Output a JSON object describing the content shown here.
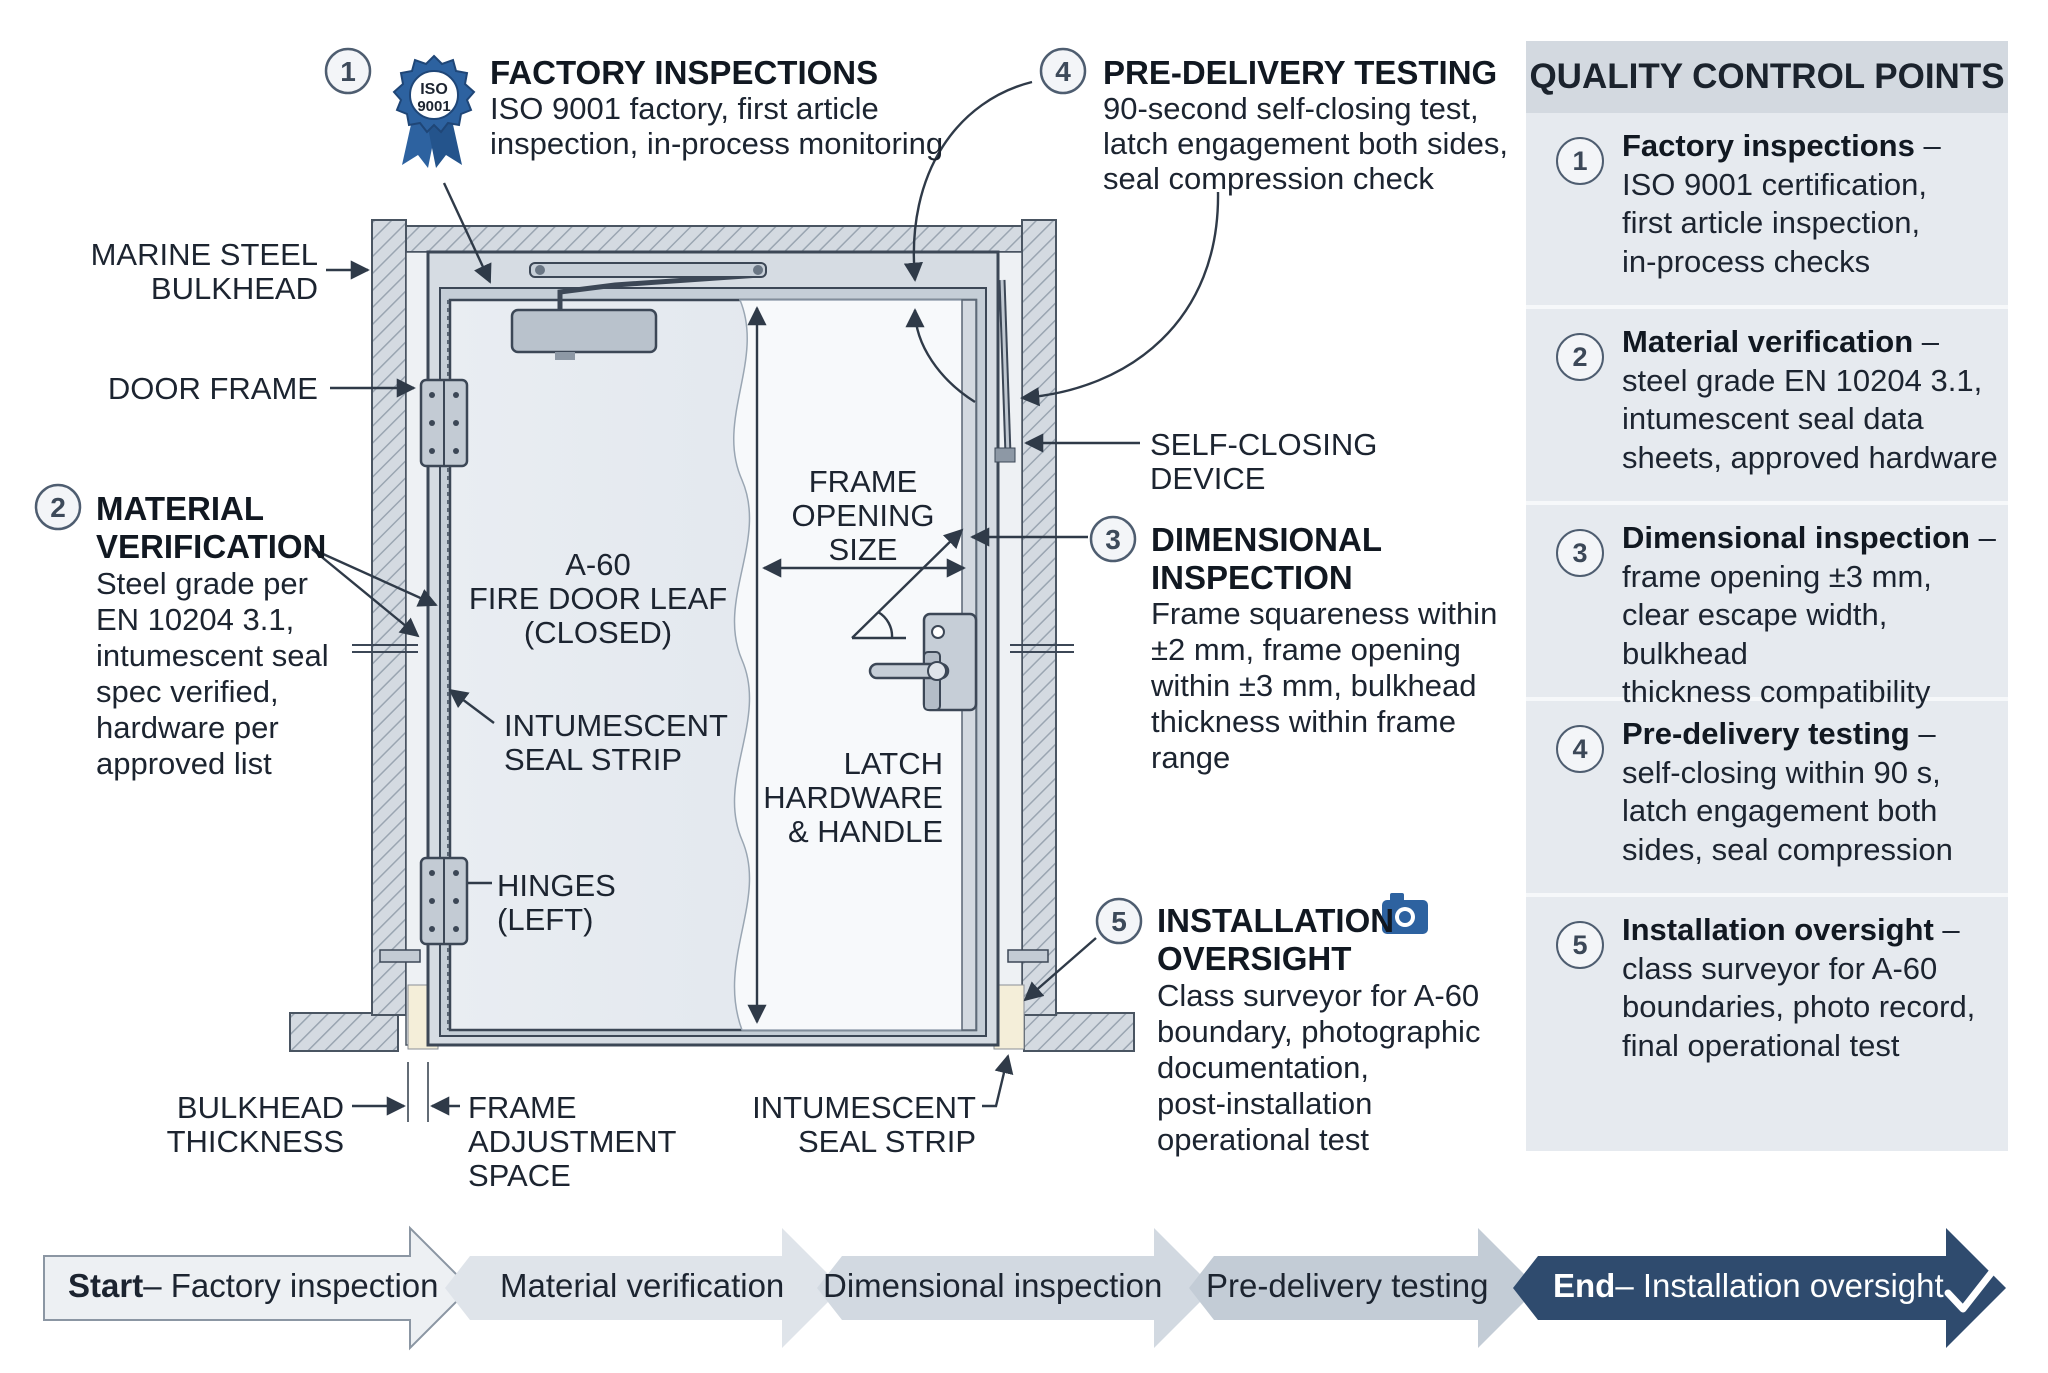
{
  "callouts": {
    "c1": {
      "number": "1",
      "title": "FACTORY INSPECTIONS",
      "lines": [
        "ISO 9001 factory, first article",
        "inspection, in-process monitoring"
      ]
    },
    "c2": {
      "number": "2",
      "title": [
        "MATERIAL",
        "VERIFICATION"
      ],
      "lines": [
        "Steel grade per",
        "EN 10204 3.1,",
        "intumescent seal",
        "spec verified,",
        "hardware per",
        "approved list"
      ]
    },
    "c3": {
      "number": "3",
      "title": [
        "DIMENSIONAL",
        "INSPECTION"
      ],
      "lines": [
        "Frame squareness within",
        "±2 mm, frame opening",
        "within ±3 mm, bulkhead",
        "thickness within frame",
        "range"
      ]
    },
    "c4": {
      "number": "4",
      "title": "PRE-DELIVERY TESTING",
      "lines": [
        "90-second self-closing test,",
        "latch engagement both sides,",
        "seal compression check"
      ]
    },
    "c5": {
      "number": "5",
      "title": [
        "INSTALLATION",
        "OVERSIGHT"
      ],
      "lines": [
        "Class surveyor for A-60",
        "boundary, photographic",
        "documentation,",
        "post-installation",
        "operational test"
      ]
    }
  },
  "badge": {
    "line1": "ISO",
    "line2": "9001"
  },
  "labels": {
    "bulkhead": [
      "MARINE STEEL",
      "BULKHEAD"
    ],
    "door_frame": "DOOR FRAME",
    "door_leaf": [
      "A-60",
      "FIRE DOOR LEAF",
      "(CLOSED)"
    ],
    "frame_opening": [
      "FRAME",
      "OPENING",
      "SIZE"
    ],
    "self_closing": [
      "SELF-CLOSING",
      "DEVICE"
    ],
    "intumescent_left": [
      "INTUMESCENT",
      "SEAL STRIP"
    ],
    "latch": [
      "LATCH",
      "HARDWARE",
      "& HANDLE"
    ],
    "hinges": [
      "HINGES",
      "(LEFT)"
    ],
    "bulkhead_thickness": [
      "BULKHEAD",
      "THICKNESS"
    ],
    "frame_adjustment": [
      "FRAME",
      "ADJUSTMENT",
      "SPACE"
    ],
    "intumescent_bottom": [
      "INTUMESCENT",
      "SEAL STRIP"
    ]
  },
  "panel": {
    "title": "QUALITY CONTROL POINTS",
    "items": [
      {
        "number": "1",
        "title": "Factory inspections",
        "dash": " –",
        "lines": [
          "ISO 9001 certification,",
          "first article inspection,",
          "in-process checks"
        ]
      },
      {
        "number": "2",
        "title": "Material verification",
        "dash": " –",
        "lines": [
          "steel grade EN 10204 3.1,",
          "intumescent seal data",
          "sheets, approved hardware"
        ]
      },
      {
        "number": "3",
        "title": "Dimensional inspection",
        "dash": " –",
        "lines": [
          "frame opening ±3 mm,",
          "clear escape width, bulkhead",
          "thickness compatibility"
        ]
      },
      {
        "number": "4",
        "title": "Pre-delivery testing",
        "dash": " –",
        "lines": [
          "self-closing within 90 s,",
          "latch engagement both",
          "sides, seal compression"
        ]
      },
      {
        "number": "5",
        "title": "Installation oversight",
        "dash": " –",
        "lines": [
          "class surveyor for A-60",
          "boundaries, photo record,",
          "final operational test"
        ]
      }
    ]
  },
  "process": {
    "start_bold": "Start",
    "start_rest": " – Factory inspection",
    "step2": "Material verification",
    "step3": "Dimensional inspection",
    "step4": "Pre-delivery testing",
    "end_bold": "End",
    "end_rest": " – Installation oversight"
  },
  "colors": {
    "steel": "#c9d0d8",
    "leaf": "#e4e9ef",
    "accent": "#2f4b6e",
    "badge": "#2d62a0"
  }
}
